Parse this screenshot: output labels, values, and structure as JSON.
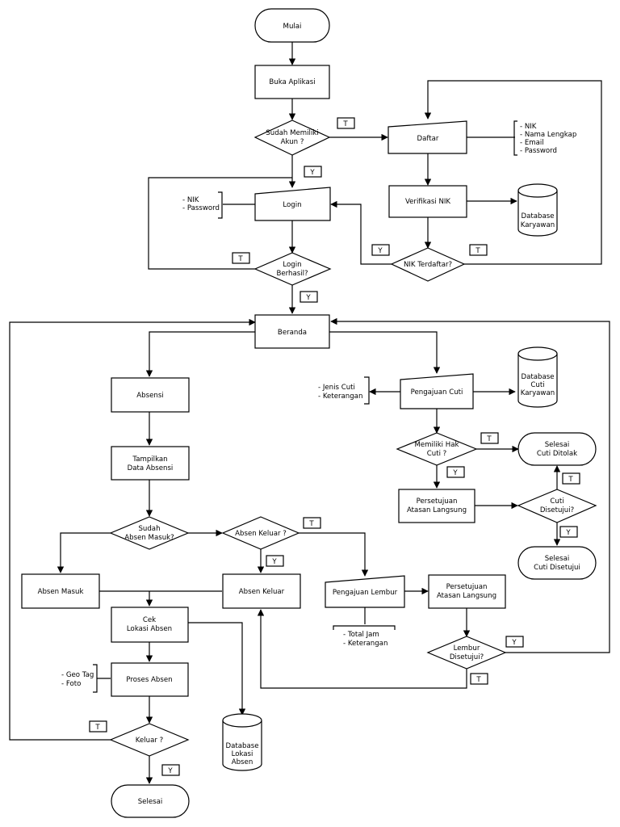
{
  "nodes": {
    "mulai": "Mulai",
    "buka": "Buka Aplikasi",
    "sudah_akun": [
      "Sudah Memiliki",
      "Akun ?"
    ],
    "daftar": "Daftar",
    "login": "Login",
    "verifikasi": "Verifikasi NIK",
    "db_karyawan": [
      "Database",
      "Karyawan"
    ],
    "nik_terdaftar": "NIK Terdaftar?",
    "login_berhasil": [
      "Login",
      "Berhasil?"
    ],
    "beranda": "Beranda",
    "absensi": "Absensi",
    "pengajuan_cuti": "Pengajuan Cuti",
    "db_cuti": [
      "Database",
      "Cuti",
      "Karyawan"
    ],
    "tampilkan": [
      "Tampilkan",
      "Data Absensi"
    ],
    "hak_cuti": [
      "Memiliki Hak",
      "Cuti ?"
    ],
    "cuti_ditolak": [
      "Selesai",
      "Cuti Ditolak"
    ],
    "persetujuan_cuti": [
      "Persetujuan",
      "Atasan Langsung"
    ],
    "cuti_disetujui_q": [
      "Cuti",
      "Disetujui?"
    ],
    "cuti_disetujui_end": [
      "Selesai",
      "Cuti Disetujui"
    ],
    "sudah_absen": [
      "Sudah",
      "Absen Masuk?"
    ],
    "absen_keluar_q": "Absen Keluar ?",
    "absen_masuk": "Absen Masuk",
    "absen_keluar": "Absen Keluar",
    "pengajuan_lembur": "Pengajuan Lembur",
    "persetujuan_lembur": [
      "Persetujuan",
      "Atasan Langsung"
    ],
    "cek_lokasi": [
      "Cek",
      "Lokasi Absen"
    ],
    "lembur_disetujui": [
      "Lembur",
      "Disetujui?"
    ],
    "proses_absen": "Proses Absen",
    "db_lokasi": [
      "Database",
      "Lokasi",
      "Absen"
    ],
    "keluar_q": "Keluar ?",
    "selesai": "Selesai"
  },
  "annotations": {
    "daftar_fields": [
      "- NIK",
      "- Nama Lengkap",
      "- Email",
      "- Password"
    ],
    "login_fields": [
      "- NIK",
      "- Password"
    ],
    "cuti_fields": [
      "- Jenis Cuti",
      "- Keterangan"
    ],
    "lembur_fields": [
      "- Total Jam",
      "- Keterangan"
    ],
    "absen_fields": [
      "- Geo Tag",
      "- Foto"
    ]
  },
  "branch_labels": {
    "yes": "Y",
    "no": "T"
  }
}
